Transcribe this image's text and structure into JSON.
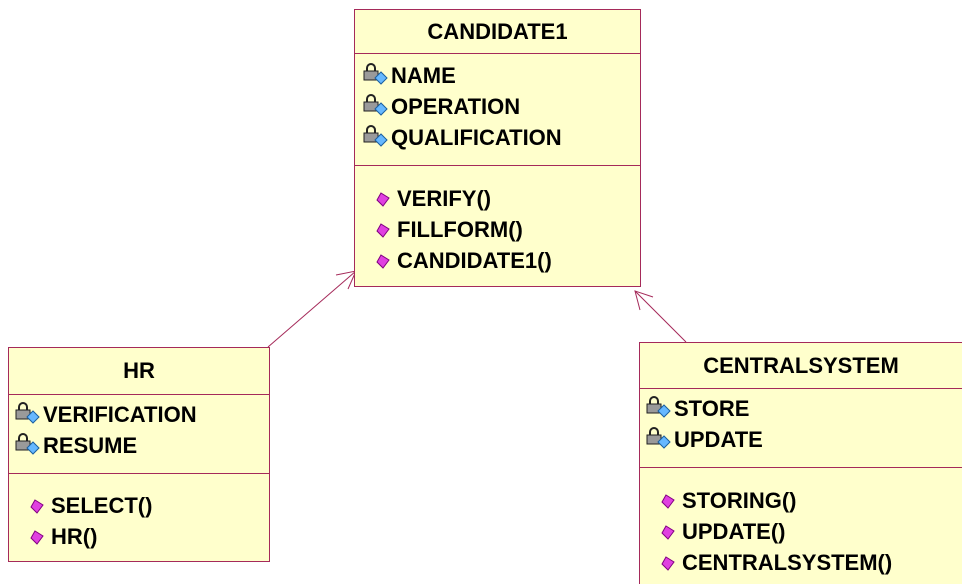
{
  "colors": {
    "class_fill": "#ffffcc",
    "border": "#a52a5a",
    "attribute_icon": "lock-attribute-icon",
    "operation_icon": "magenta-diamond-icon"
  },
  "classes": {
    "candidate1": {
      "name": "CANDIDATE1",
      "attributes": [
        "NAME",
        "OPERATION",
        "QUALIFICATION"
      ],
      "operations": [
        "VERIFY()",
        "FILLFORM()",
        "CANDIDATE1()"
      ]
    },
    "hr": {
      "name": "HR",
      "attributes": [
        "VERIFICATION",
        "RESUME"
      ],
      "operations": [
        "SELECT()",
        "HR()"
      ]
    },
    "centralsystem": {
      "name": "CENTRALSYSTEM",
      "attributes": [
        "STORE",
        "UPDATE"
      ],
      "operations": [
        "STORING()",
        "UPDATE()",
        "CENTRALSYSTEM()"
      ]
    }
  },
  "relations": [
    {
      "type": "generalization",
      "from": "HR",
      "to": "CANDIDATE1"
    },
    {
      "type": "generalization",
      "from": "CENTRALSYSTEM",
      "to": "CANDIDATE1"
    }
  ]
}
